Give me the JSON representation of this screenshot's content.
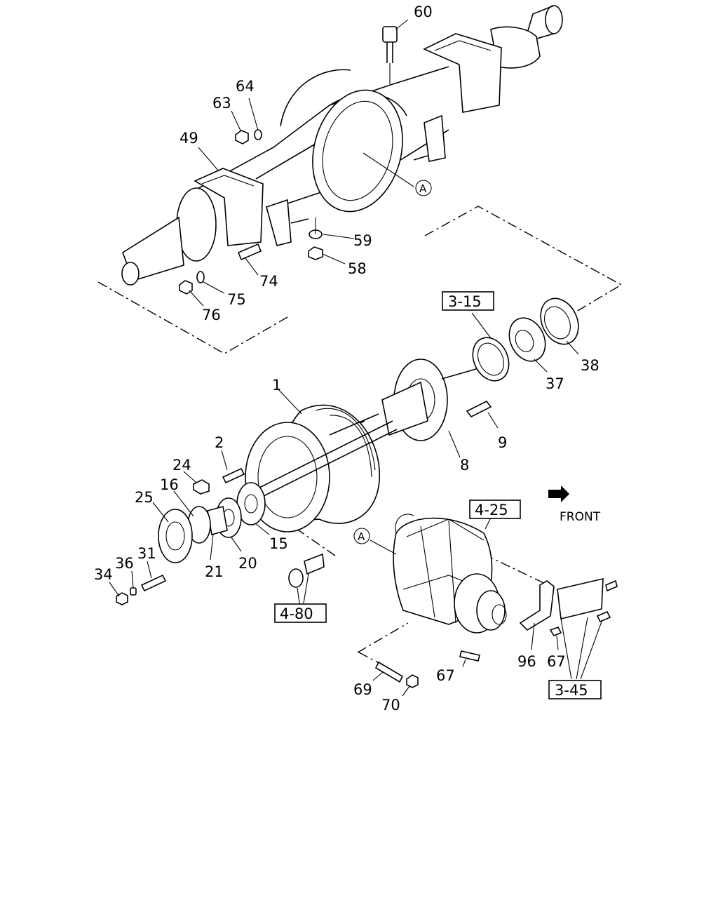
{
  "callouts": {
    "c60": "60",
    "c64": "64",
    "c63": "63",
    "c49": "49",
    "c59": "59",
    "c58": "58",
    "c74": "74",
    "c75": "75",
    "c76": "76",
    "c38": "38",
    "c37": "37",
    "c1": "1",
    "c9": "9",
    "c8": "8",
    "c2": "2",
    "c24": "24",
    "c16": "16",
    "c25": "25",
    "c31": "31",
    "c36": "36",
    "c34": "34",
    "c21": "21",
    "c20": "20",
    "c15": "15",
    "c96": "96",
    "c67a": "67",
    "c67b": "67",
    "c69": "69",
    "c70": "70"
  },
  "refs": {
    "r315": "3-15",
    "r425": "4-25",
    "r480": "4-80",
    "r345": "3-45"
  },
  "markers": {
    "a1": "A",
    "a2": "A"
  },
  "front_label": "FRONT"
}
